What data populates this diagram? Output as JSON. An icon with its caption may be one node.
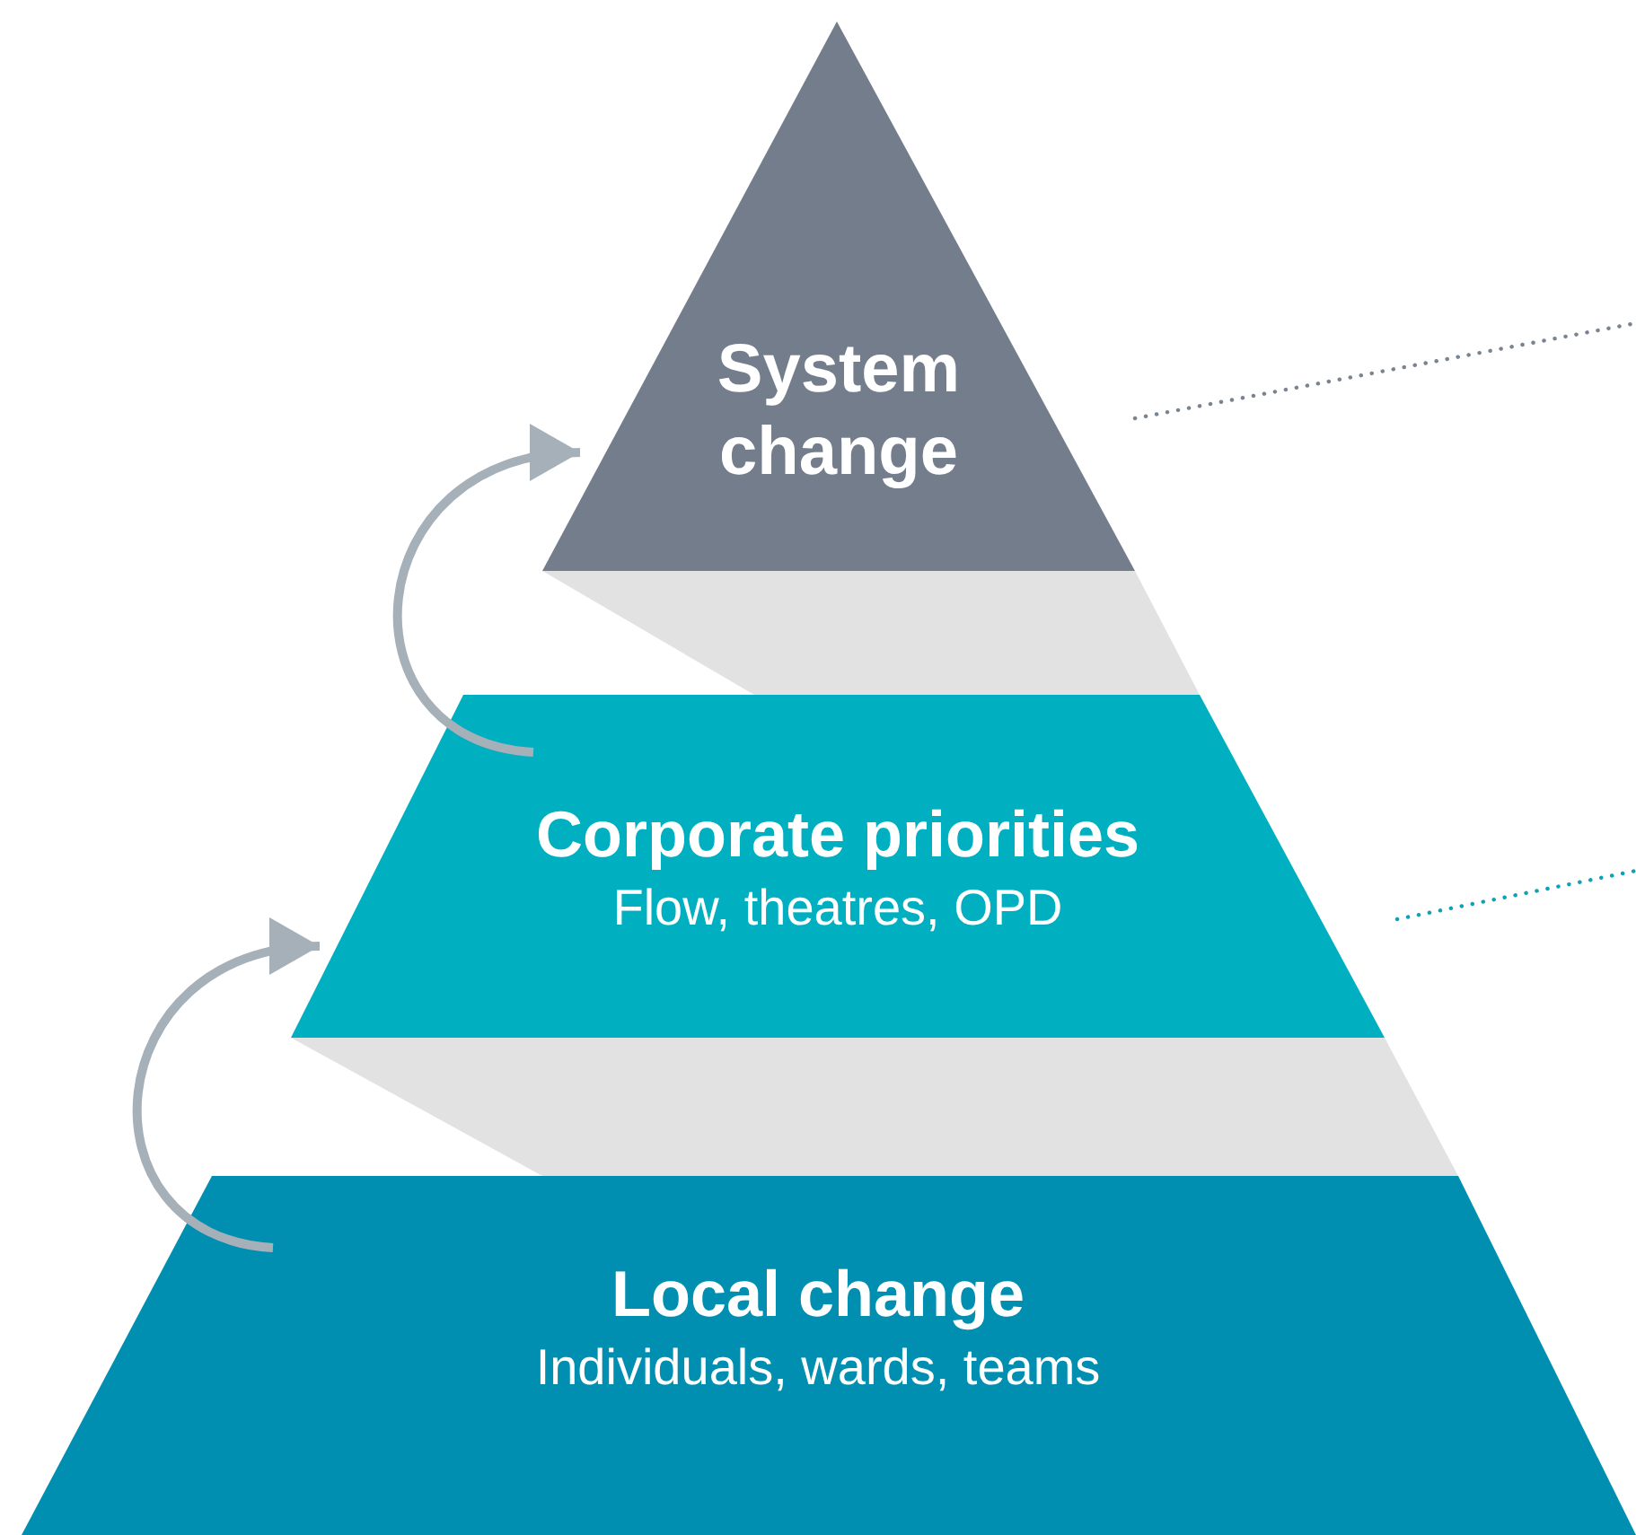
{
  "diagram": {
    "nodes": [
      {
        "text": [
          "System change"
        ]
      },
      {
        "text": [
          "Corporate priorities",
          "Flow, theatres, OPD"
        ]
      },
      {
        "text": [
          "Local change",
          "Individuals, wards, teams"
        ]
      }
    ],
    "edges": [
      {
        "from": 2,
        "to": 1,
        "arrow": "to",
        "style": "thick"
      },
      {
        "from": 1,
        "to": 0,
        "arrow": "to",
        "style": "thick"
      },
      {
        "from": 0,
        "to": null,
        "arrow": "none",
        "style": "dashed",
        "color": "#7a8490"
      },
      {
        "from": 1,
        "to": null,
        "arrow": "none",
        "style": "dashed",
        "color": "#10a0b8"
      }
    ]
  }
}
